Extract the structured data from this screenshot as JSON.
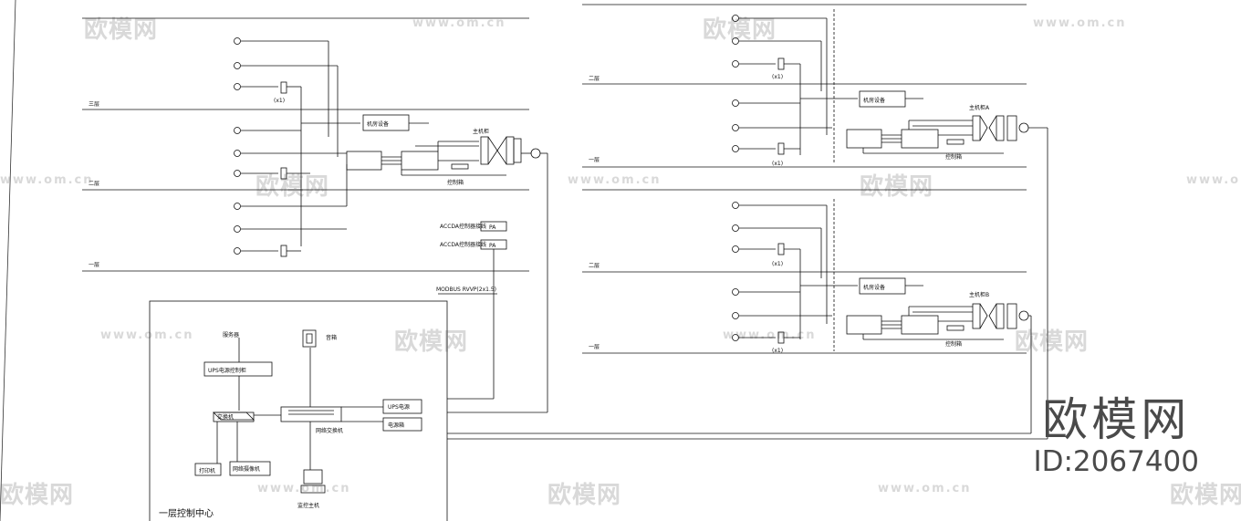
{
  "floors": {
    "left_top": "三层",
    "left_mid": "二层",
    "left_bot": "一层",
    "right_a_top": "二层",
    "right_a_bot": "一层",
    "right_b_top": "二层",
    "right_b_bot": "一层"
  },
  "switch_labels": {
    "left_a": "(x1)",
    "right_a_top": "(x1)",
    "right_a_bot": "(x1)",
    "right_b_top": "(x1)",
    "right_b_bot": "(x1)"
  },
  "devices": {
    "left_mid_label": "机房设备",
    "right_a_mid_label": "机房设备",
    "right_b_mid_label": "机房设备",
    "left_equip_label": "主机柜",
    "right_a_equip_label": "主机柜A",
    "right_b_equip_label": "主机柜B",
    "left_side_tag": "控制箱",
    "right_a_side_tag": "控制箱",
    "right_b_side_tag": "控制箱"
  },
  "legend": {
    "line1": "ACCDA控制器接线",
    "line2": "ACCDA控制器接线",
    "box1": "PA",
    "box2": "PA",
    "bus_label": "MODBUS RVVP(2x1.5)"
  },
  "control_center": {
    "title": "一层控制中心",
    "top_device": "服务器",
    "upper_box": "UPS电源控制柜",
    "switch": "交换机",
    "rack": "网络交换机",
    "speaker": "音箱",
    "right_box1": "UPS电源",
    "right_box2": "电源箱",
    "bottom_left": "打印机",
    "bottom_mid": "网络摄像机",
    "computer": "监控主机"
  },
  "watermark": {
    "brand_cn": "欧模网",
    "url": "www.om.cn"
  },
  "brand": {
    "title": "欧模网",
    "id": "ID:2067400"
  }
}
